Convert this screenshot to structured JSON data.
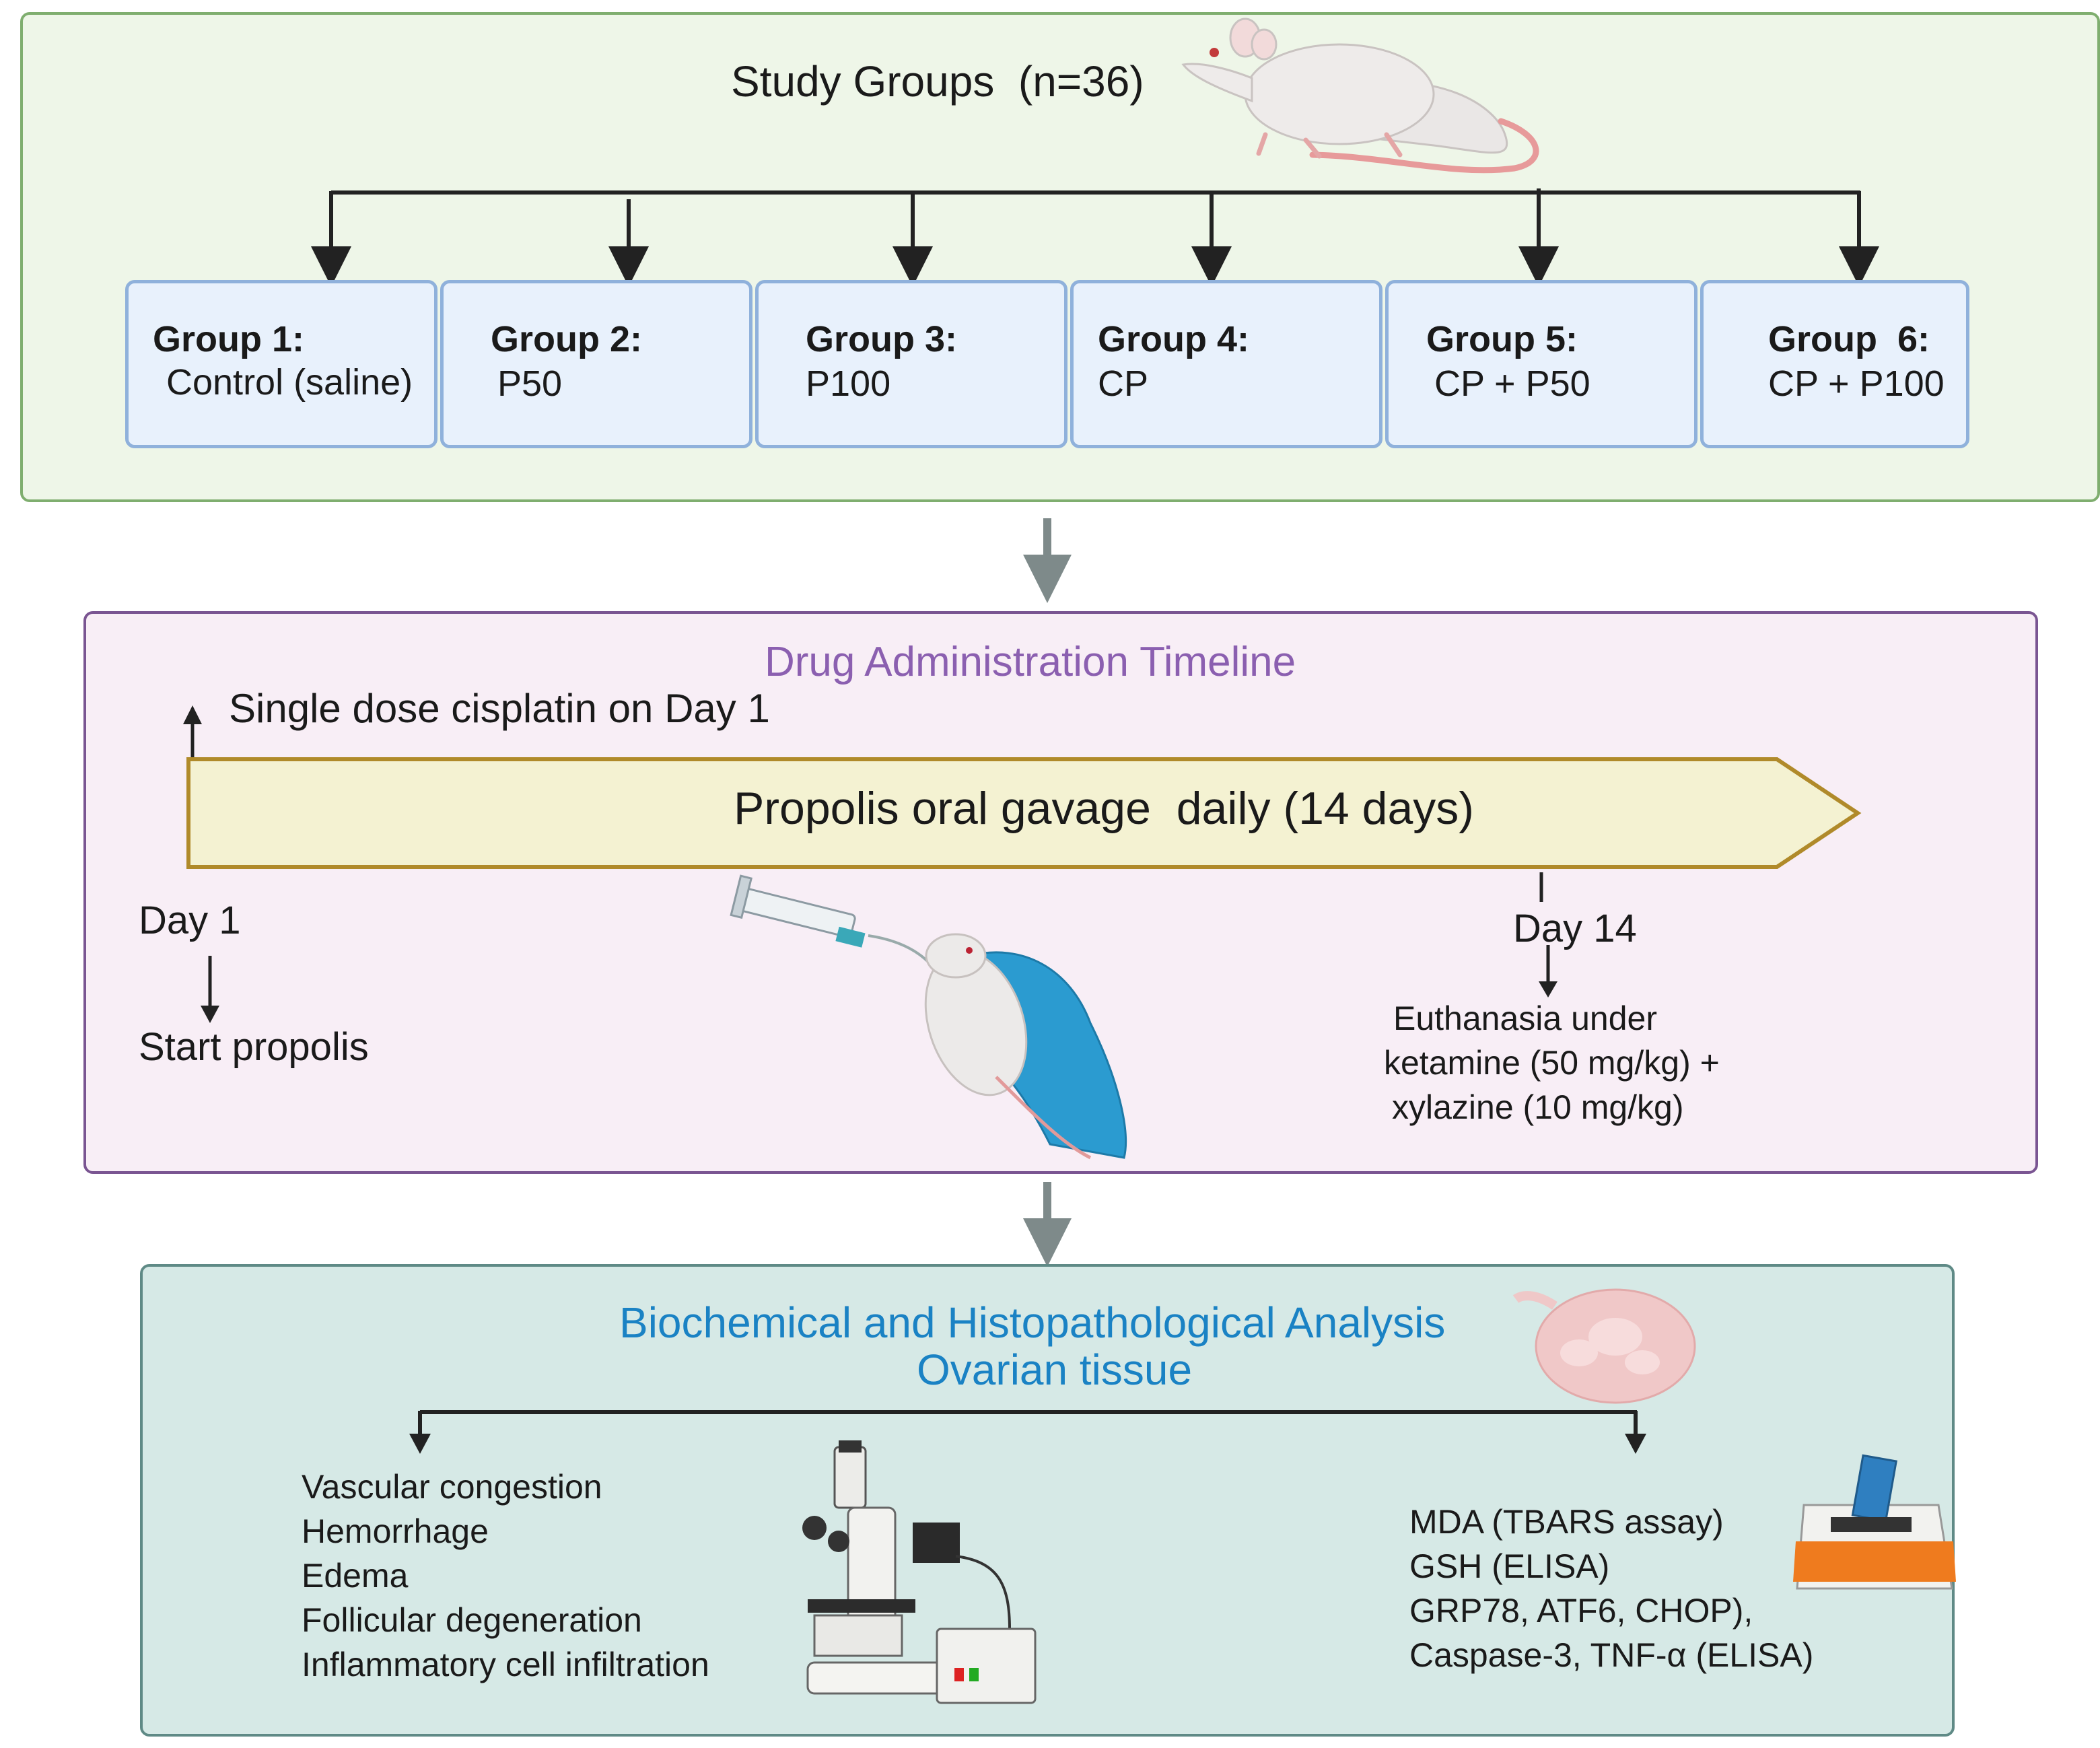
{
  "study_groups": {
    "title": "Study Groups  (n=36)",
    "groups": [
      {
        "title": "Group 1:",
        "desc": "Control (saline)"
      },
      {
        "title": "Group 2:",
        "desc": "P50"
      },
      {
        "title": "Group 3:",
        "desc": "P100"
      },
      {
        "title": "Group 4:",
        "desc": "CP"
      },
      {
        "title": "Group 5:",
        "desc": "CP + P50"
      },
      {
        "title": "Group  6:",
        "desc": "CP + P100"
      }
    ]
  },
  "timeline": {
    "title": "Drug Administration Timeline",
    "cisplatin_note": "Single dose cisplatin on Day 1",
    "arrow_label": "Propolis oral gavage  daily (14 days)",
    "day1": "Day 1",
    "start": "Start propolis",
    "day14": "Day 14",
    "euthanasia": [
      "Euthanasia under",
      "ketamine (50 mg/kg) +",
      "xylazine (10 mg/kg)"
    ]
  },
  "analysis": {
    "title_line1": "Biochemical and Histopathological Analysis",
    "title_line2": "Ovarian tissue",
    "histo_items": [
      "Vascular congestion",
      "Hemorrhage",
      "Edema",
      "Follicular degeneration",
      "Inflammatory cell infiltration"
    ],
    "biochem_items": [
      "MDA (TBARS assay)",
      "GSH (ELISA)",
      "GRP78, ATF6, CHOP),",
      "Caspase-3, TNF-α (ELISA)"
    ]
  },
  "colors": {
    "groups_bg": "#eef6e8",
    "timeline_title": "#8b5fb0",
    "analysis_title": "#1a82c4",
    "timeline_arrow_fill": "#f4f2d2",
    "timeline_arrow_stroke": "#b08a2a"
  }
}
